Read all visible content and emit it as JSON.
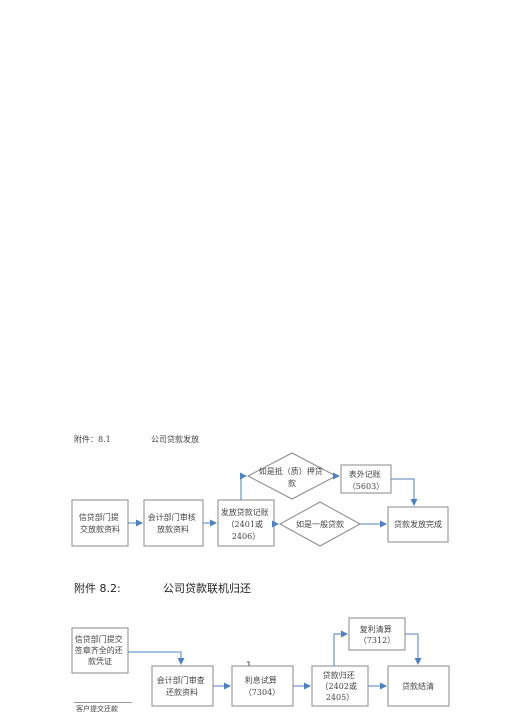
{
  "fig1": {
    "label": "附件：8.1",
    "title": "公司贷款发放",
    "nodes": {
      "credit": [
        "信贷部门提",
        "交放款资料"
      ],
      "accounting": [
        "会计部门审核",
        "放款资料"
      ],
      "posting": [
        "发放贷款记账",
        "（2401或",
        "2406）"
      ],
      "collateral": [
        "如是抵（质）押贷",
        "款"
      ],
      "offbalance": [
        "表外记账",
        "（5603）"
      ],
      "general": [
        "如是一般贷款"
      ],
      "done": [
        "贷款发放完成"
      ]
    }
  },
  "fig2": {
    "label": "附件 8.2:",
    "title": "公司贷款联机归还",
    "nodes": {
      "credit": [
        "信贷部门提交",
        "签章齐全的还",
        "款凭证"
      ],
      "accounting": [
        "会计部门审查",
        "还款资料"
      ],
      "interest": [
        "利息试算",
        "（7304）"
      ],
      "repay": [
        "贷款归还",
        "（2402或",
        "2405）"
      ],
      "compound": [
        "复利清算",
        "（7312）"
      ],
      "settle": [
        "贷款结清"
      ]
    },
    "footer_note": "客户提交还款",
    "page_number": "1"
  },
  "colors": {
    "arrow": "#4f81bd",
    "box": "#8a8a8a"
  }
}
